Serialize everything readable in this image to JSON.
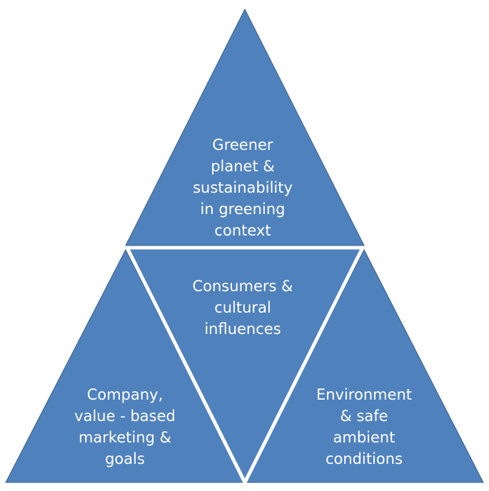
{
  "diagram": {
    "colors": {
      "fill": "#4f81bd",
      "border": "#3a5f8c",
      "divider": "#ffffff",
      "text": "#ffffff"
    },
    "sections": {
      "top": "Greener\nplanet &\nsustainability\nin greening\ncontext",
      "middle": "Consumers &\ncultural\ninfluences",
      "left": "Company,\nvalue - based\nmarketing &\ngoals",
      "right": "Environment\n& safe\nambient\nconditions"
    }
  }
}
